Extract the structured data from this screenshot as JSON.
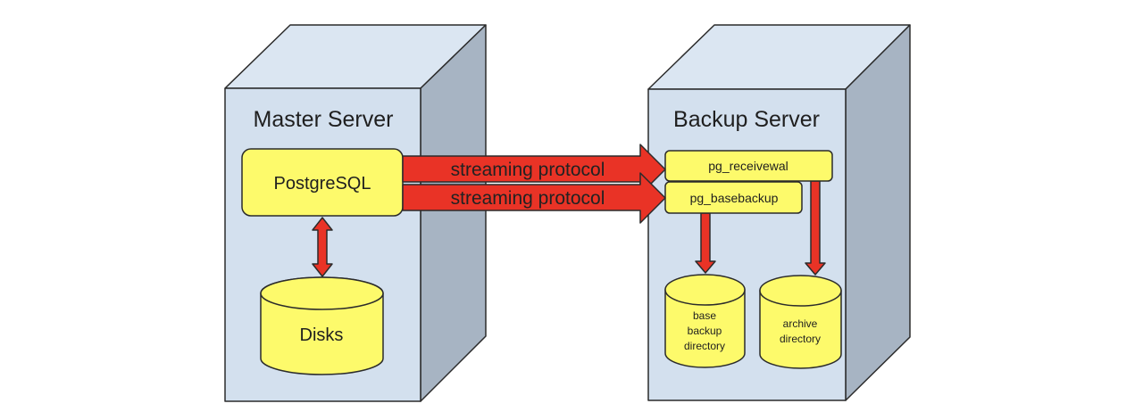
{
  "colors": {
    "server_front": "#d3e0ee",
    "server_top": "#dbe6f2",
    "server_side": "#a7b4c3",
    "box_fill": "#fdfa6b",
    "arrow_fill": "#e93326",
    "outline": "#2b2b2b"
  },
  "master_server": {
    "title": "Master Server",
    "process": "PostgreSQL",
    "storage": "Disks"
  },
  "backup_server": {
    "title": "Backup Server",
    "processes": [
      "pg_receivewal",
      "pg_basebackup"
    ],
    "storages": [
      {
        "lines": [
          "base",
          "backup",
          "directory"
        ]
      },
      {
        "lines": [
          "archive",
          "directory"
        ]
      }
    ]
  },
  "connections": [
    {
      "label": "streaming protocol",
      "from": "PostgreSQL",
      "to": "pg_receivewal"
    },
    {
      "label": "streaming protocol",
      "from": "PostgreSQL",
      "to": "pg_basebackup"
    }
  ]
}
